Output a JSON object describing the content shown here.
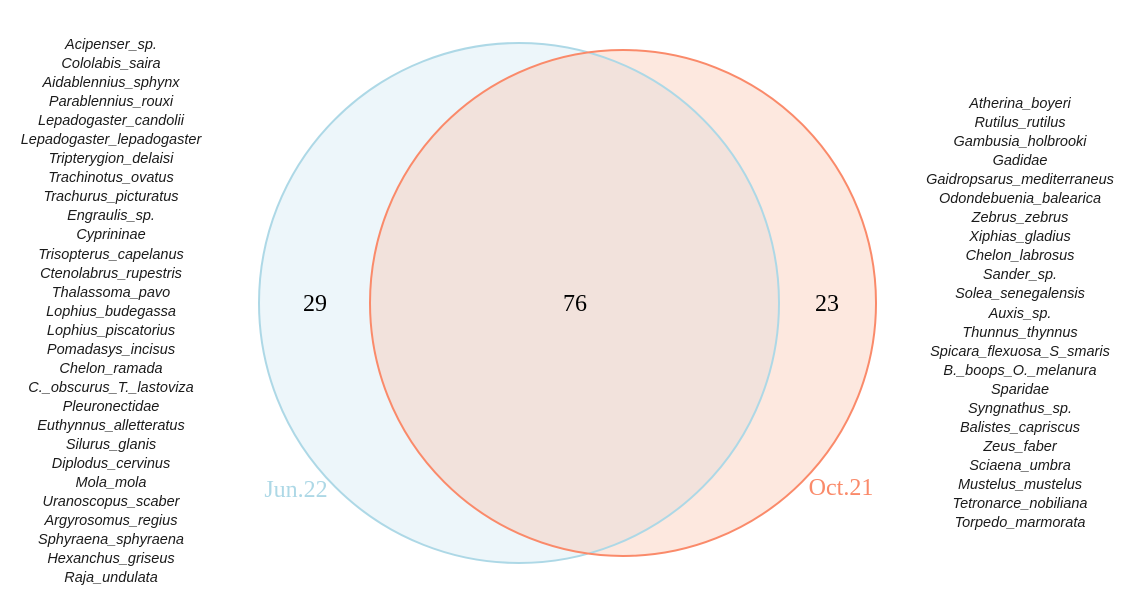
{
  "venn": {
    "sets": [
      {
        "name": "Jun.22",
        "color": "#ADD8E6",
        "fill": "#ADD8E6",
        "fill_opacity": 0.22
      },
      {
        "name": "Oct.21",
        "color": "#FA8A6A",
        "fill": "#FBC6B0",
        "fill_opacity": 0.4
      }
    ],
    "counts": {
      "only_jun22": "29",
      "both": "76",
      "only_oct21": "23"
    }
  },
  "only_jun22_species": [
    "Acipenser_sp.",
    "Cololabis_saira",
    "Aidablennius_sphynx",
    "Parablennius_rouxi",
    "Lepadogaster_candolii",
    "Lepadogaster_lepadogaster",
    "Tripterygion_delaisi",
    "Trachinotus_ovatus",
    "Trachurus_picturatus",
    "Engraulis_sp.",
    "Cyprininae",
    "Trisopterus_capelanus",
    "Ctenolabrus_rupestris",
    "Thalassoma_pavo",
    "Lophius_budegassa",
    "Lophius_piscatorius",
    "Pomadasys_incisus",
    "Chelon_ramada",
    "C._obscurus_T._lastoviza",
    "Pleuronectidae",
    "Euthynnus_alletteratus",
    "Silurus_glanis",
    "Diplodus_cervinus",
    "Mola_mola",
    "Uranoscopus_scaber",
    "Argyrosomus_regius",
    "Sphyraena_sphyraena",
    "Hexanchus_griseus",
    "Raja_undulata"
  ],
  "only_oct21_species": [
    "Atherina_boyeri",
    "Rutilus_rutilus",
    "Gambusia_holbrooki",
    "Gadidae",
    "Gaidropsarus_mediterraneus",
    "Odondebuenia_balearica",
    "Zebrus_zebrus",
    "Xiphias_gladius",
    "Chelon_labrosus",
    "Sander_sp.",
    "Solea_senegalensis",
    "Auxis_sp.",
    "Thunnus_thynnus",
    "Spicara_flexuosa_S_smaris",
    "B._boops_O._melanura",
    "Sparidae",
    "Syngnathus_sp.",
    "Balistes_capriscus",
    "Zeus_faber",
    "Sciaena_umbra",
    "Mustelus_mustelus",
    "Tetronarce_nobiliana",
    "Torpedo_marmorata"
  ]
}
